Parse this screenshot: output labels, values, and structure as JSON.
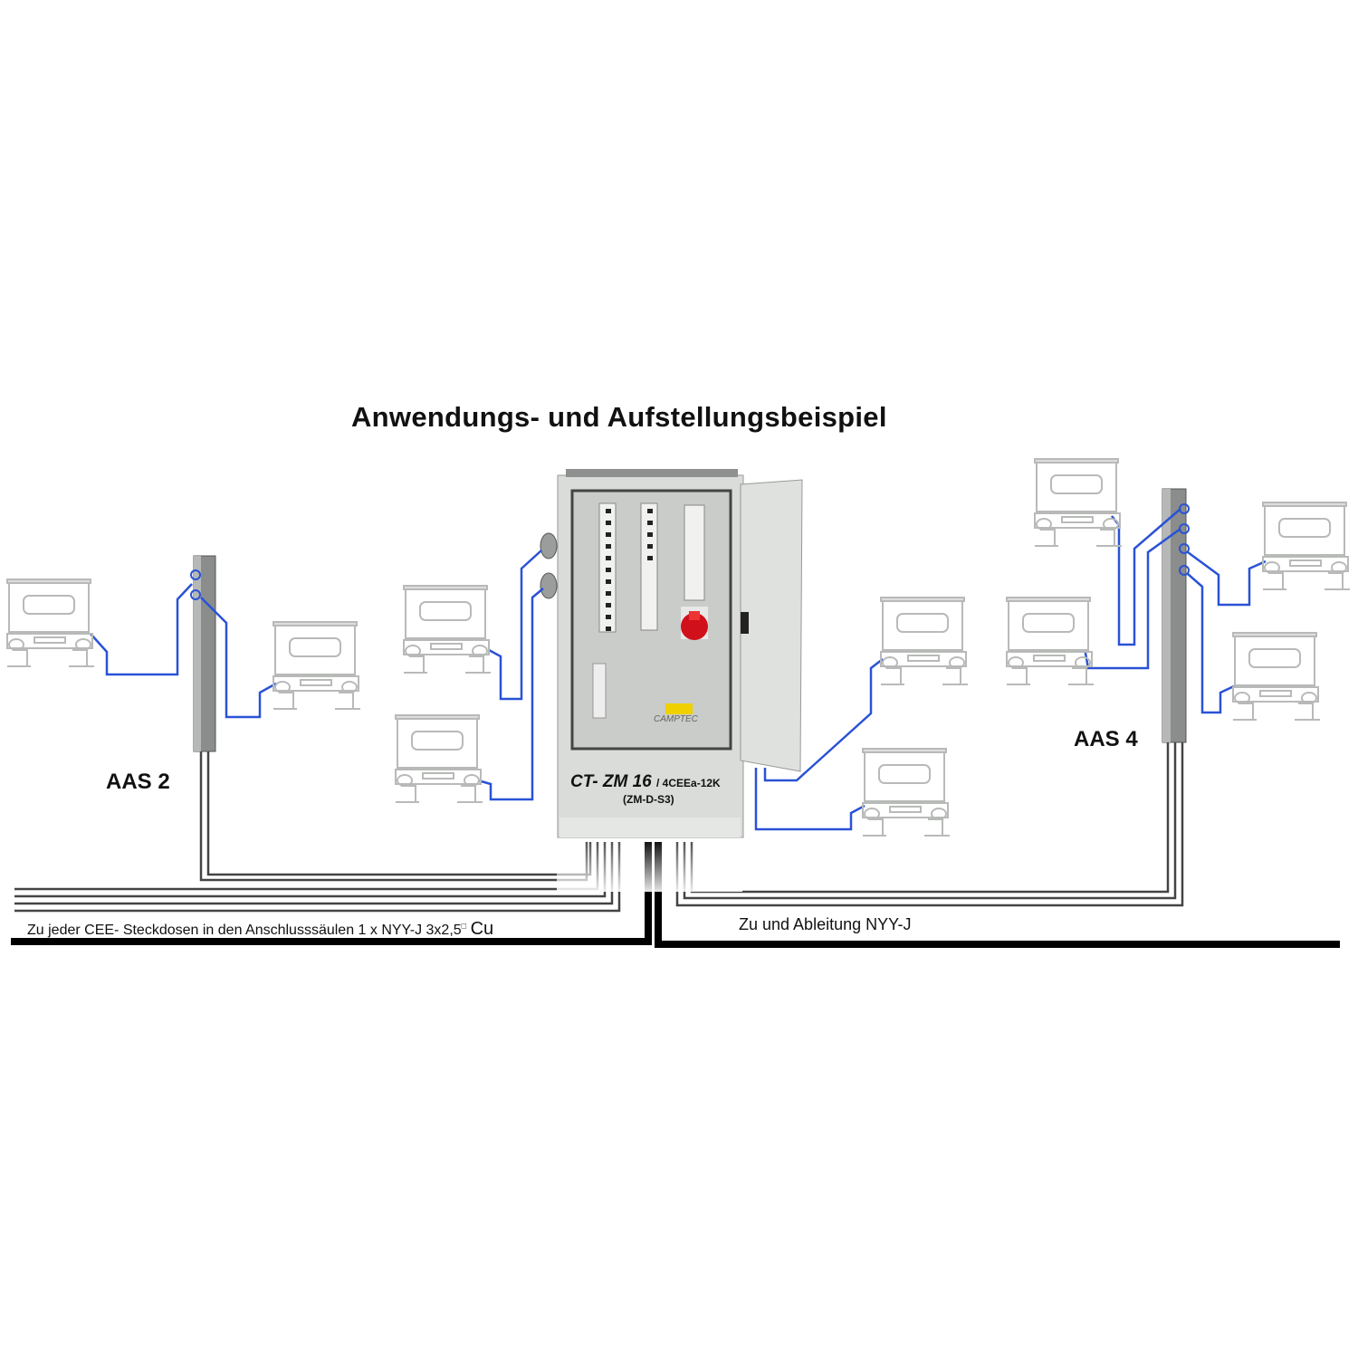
{
  "title": "Anwendungs- und Aufstellungsbeispiel",
  "posts": [
    {
      "label": "AAS 2",
      "sockets": 2
    },
    {
      "label": "AAS 4",
      "sockets": 4
    }
  ],
  "cabinet": {
    "model": "CT- ZM 16",
    "model_suffix": "/ 4CEEa-12K",
    "variant": "(ZM-D-S3)",
    "brand": "CAMPTEC"
  },
  "captions": {
    "left": "Zu jeder CEE- Steckdosen in den Anschlusssäulen   1 x NYY-J   3x2,5",
    "left_unit": "Cu",
    "right": "Zu und Ableitung NYY-J"
  },
  "colors": {
    "cable_blue": "#2a52d6",
    "cable_black": "#000000",
    "socket_red": "#d0101a",
    "cabinet_gray": "#d9dcd8"
  }
}
